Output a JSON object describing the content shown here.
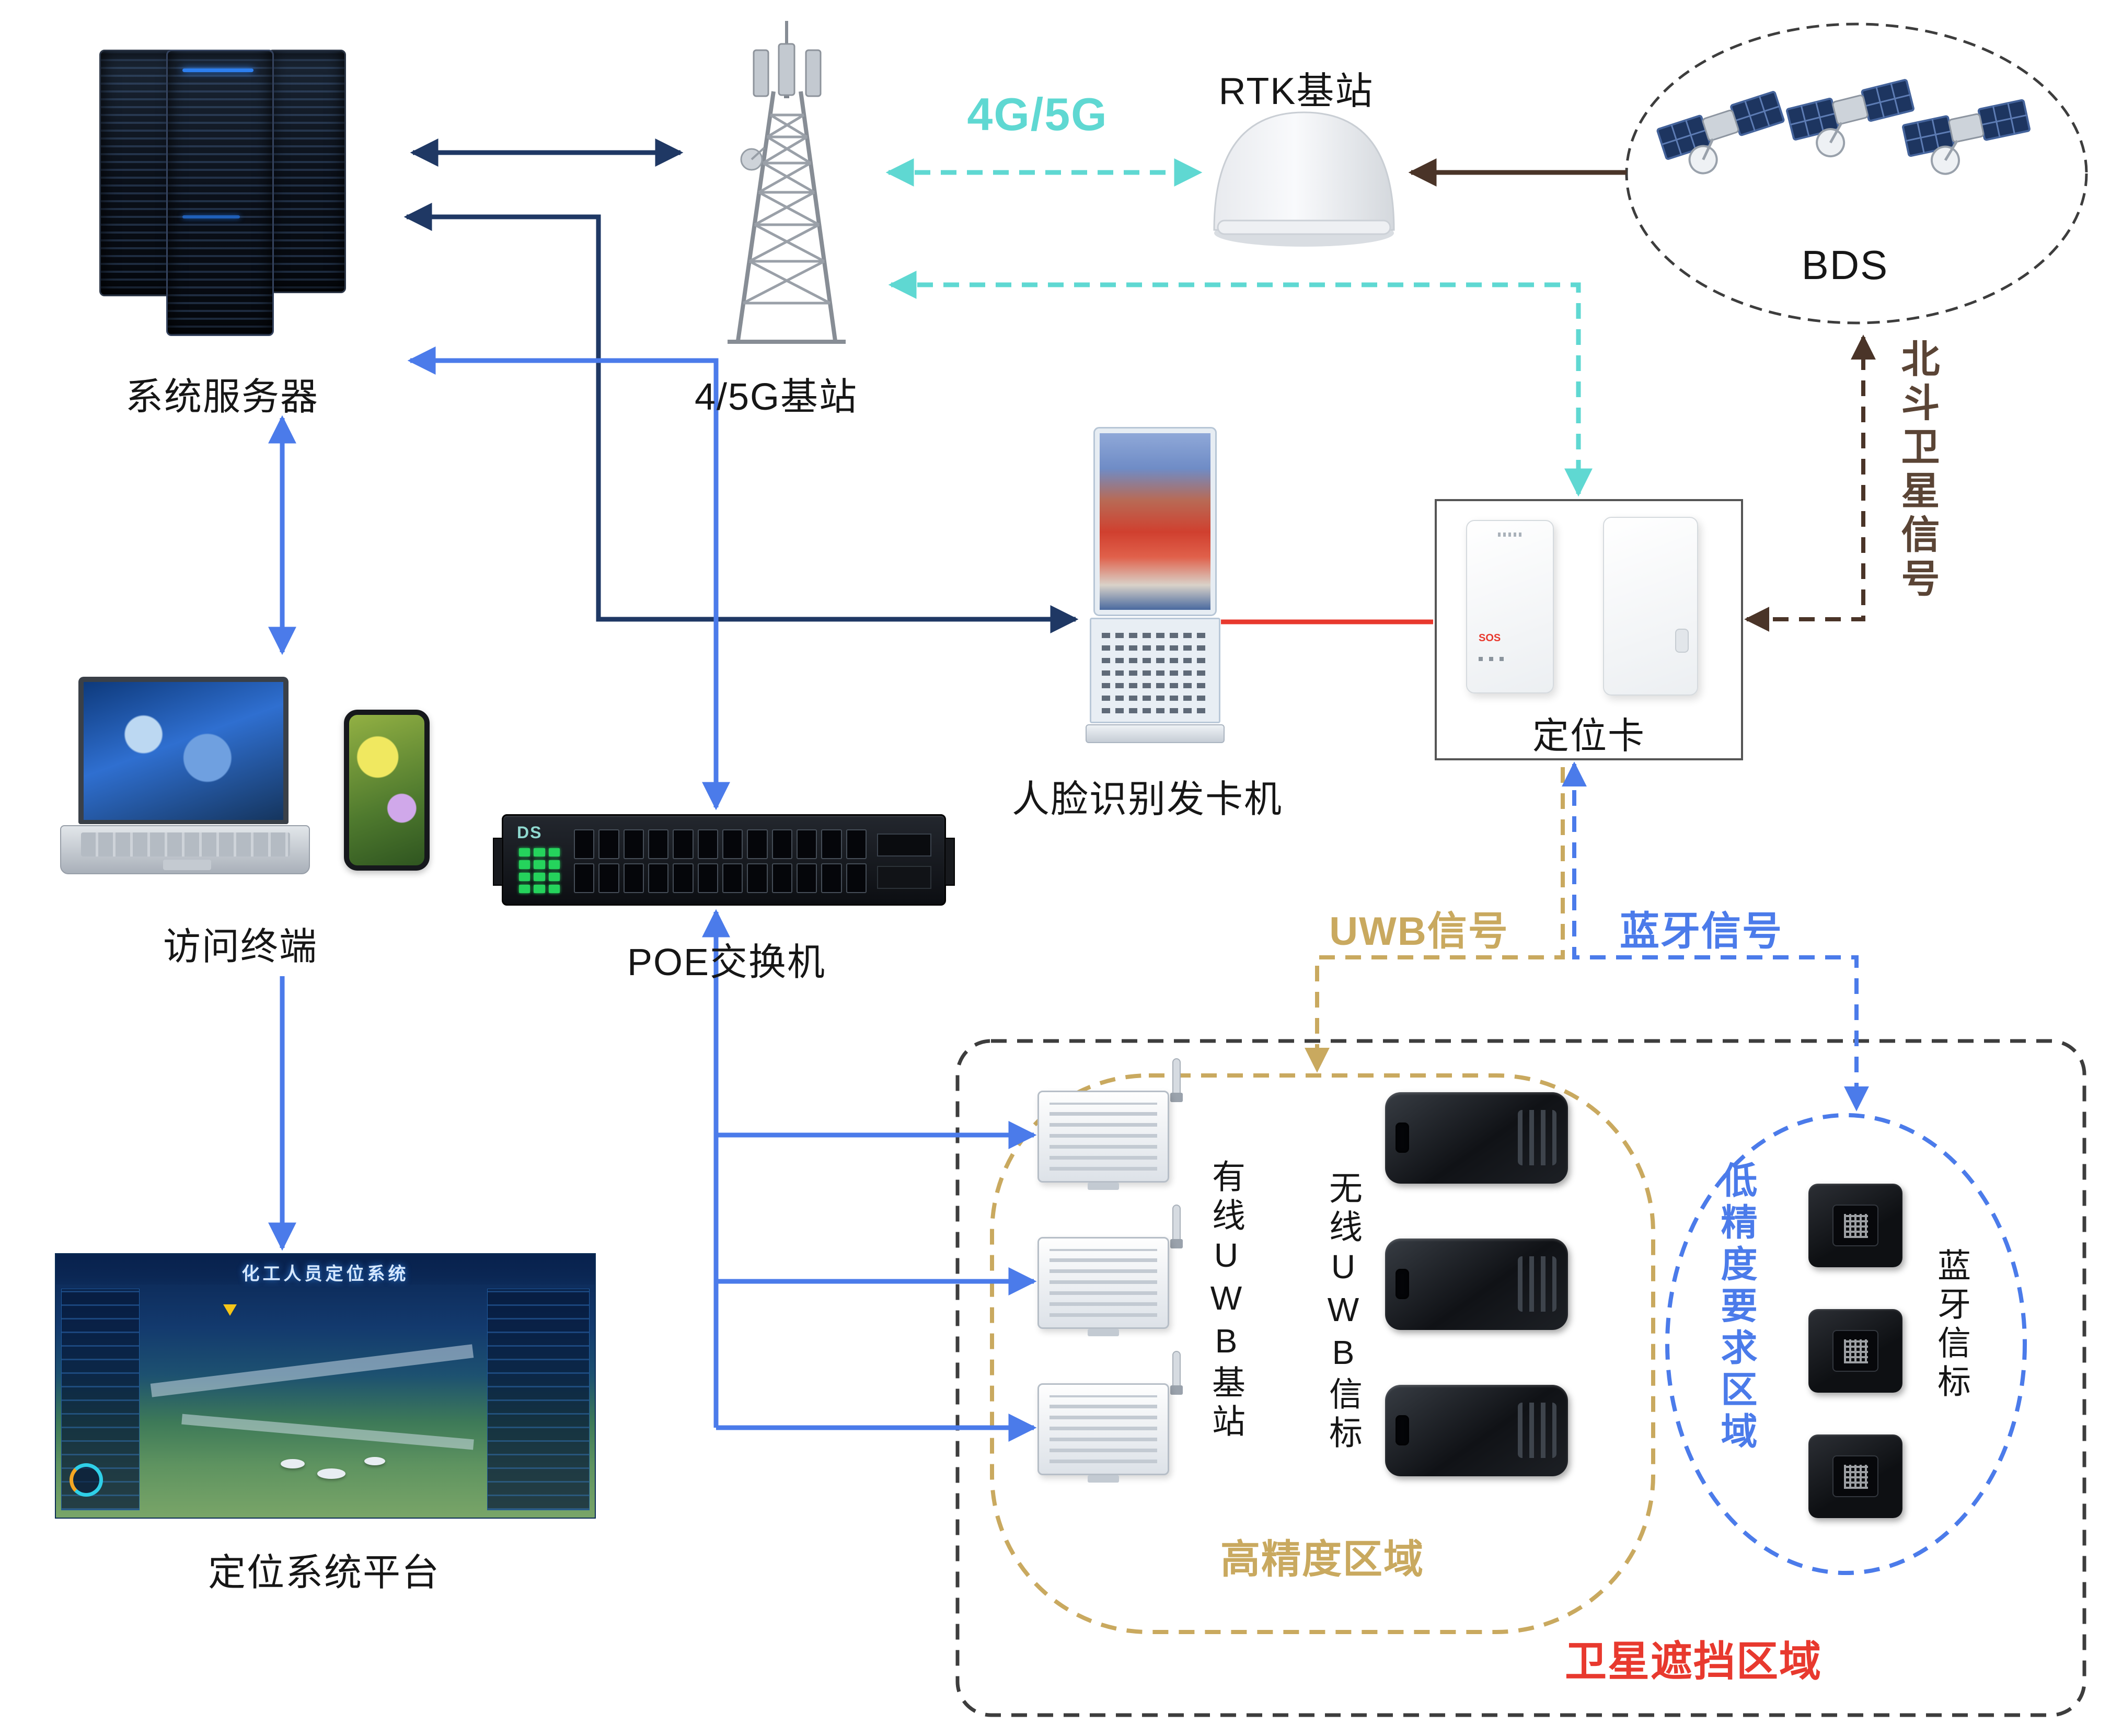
{
  "nodes": {
    "server": "系统服务器",
    "tower": "4/5G基站",
    "rtk": "RTK基站",
    "bds": "BDS",
    "kiosk": "人脸识别发卡机",
    "card": "定位卡",
    "terminal": "访问终端",
    "poe": "POE交换机",
    "platform": "定位系统平台",
    "wired_uwb": "有线UWB基站",
    "wireless_uwb": "无线UWB信标",
    "bt_beacon": "蓝牙信标"
  },
  "signals": {
    "g45": "4G/5G",
    "beidou": "北斗卫星信号",
    "uwb": "UWB信号",
    "bluetooth": "蓝牙信号"
  },
  "regions": {
    "blocked": "卫星遮挡区域",
    "high_precision": "高精度区域",
    "low_precision": "低精度要求区域"
  },
  "devices": {
    "poe_logo": "DS",
    "card_sos": "SOS",
    "platform_title": "化工人员定位系统"
  },
  "counts": {
    "poe_ports": 24,
    "poe_leds": 12
  },
  "colors": {
    "navy": "#1f3864",
    "blue": "#4b7bea",
    "cyan": "#5fd8d2",
    "brown": "#4a3428",
    "tan": "#c9a95f",
    "red": "#e8392e",
    "region_dark": "#3d3d3d"
  }
}
